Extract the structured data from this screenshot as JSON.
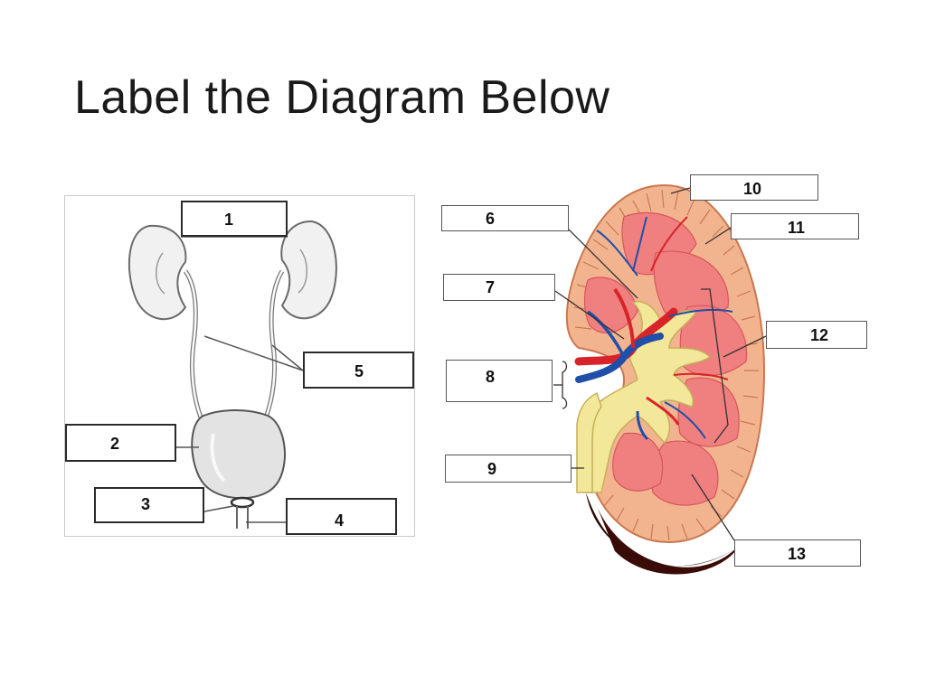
{
  "slide": {
    "title": "Label the Diagram Below"
  },
  "urinary_system_labels": [
    "1",
    "2",
    "3",
    "4",
    "5"
  ],
  "kidney_labels": [
    "6",
    "7",
    "8",
    "9",
    "10",
    "11",
    "12",
    "13"
  ],
  "colors": {
    "cortex": "#f2b48f",
    "pyramid": "#f07f7f",
    "pelvis": "#f3e79a",
    "artery": "#d8232a",
    "vein": "#1f4fa8",
    "capsule_shadow": "#3a0c08"
  }
}
